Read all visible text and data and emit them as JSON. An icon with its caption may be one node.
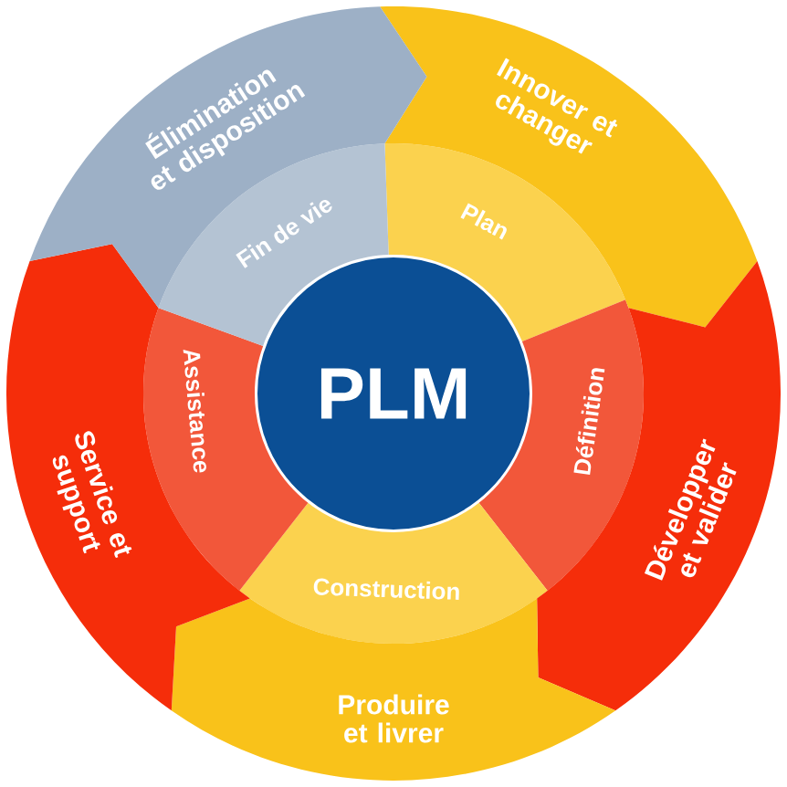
{
  "diagram": {
    "nodes": [
      {
        "text": [
          "PLM"
        ]
      },
      {
        "text": [
          "Plan"
        ]
      },
      {
        "text": [
          "Définition"
        ]
      },
      {
        "text": [
          "Construction"
        ]
      },
      {
        "text": [
          "Assistance"
        ]
      },
      {
        "text": [
          "Fin de vie"
        ]
      },
      {
        "text": [
          "Innover et changer"
        ]
      },
      {
        "text": [
          "Développer et valider"
        ]
      },
      {
        "text": [
          "Produire et livrer"
        ]
      },
      {
        "text": [
          "Service et support"
        ]
      },
      {
        "text": [
          "Élimination et disposition"
        ]
      }
    ]
  }
}
